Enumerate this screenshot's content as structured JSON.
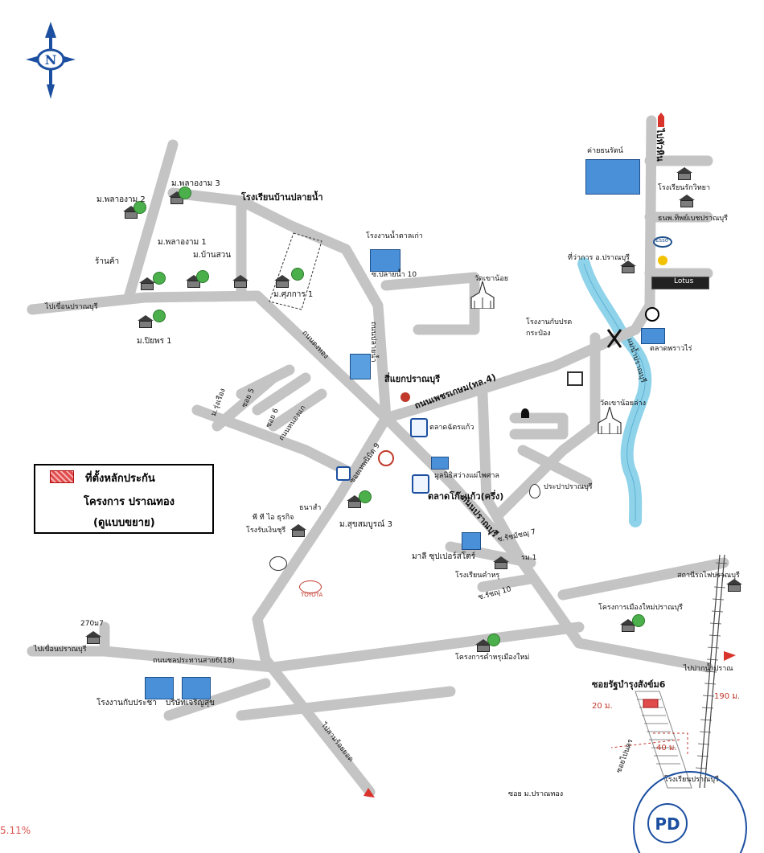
{
  "map": {
    "compass_letter": "N",
    "legend": {
      "line1": "ที่ตั้งหลักประกัน",
      "line2": "โครงการ ปราณทอง",
      "line3": "(ดูแบบขยาย)"
    },
    "zoom_text": "5.11%",
    "labels": {
      "m_plaongam3": "ม.พลาองาม 3",
      "m_plaongam2": "ม.พลาองาม 2",
      "m_plaongam1": "ม.พลาองาม 1",
      "m_baansuan": "ม.บ้านสวน",
      "school_paknam": "โรงเรียนบ้านปลายน้ำ",
      "shop": "ร้านค้า",
      "to_pracha": "ไปเขื่อนปราณบุรี",
      "m_piyaporn1": "ม.ปิยพร 1",
      "m_sukan1": "ม.ศุภการ 1",
      "water_factory": "โรงงานน้ำตาลเก่า",
      "khao_noi": "วัดเขาน้อย",
      "canal_10": "ซ.ปลายน้ำ 10",
      "road_paknam": "ถนนปลายน้ำ",
      "road_thongtheng": "ถนนดงทอง",
      "sampling": "สี่แยกปราณบุรี",
      "phetkasem": "ถนนเพชรเกษม(ทล.4)",
      "can_factory": "โรงงานกับปรด",
      "can_factory2": "กระป๋อง",
      "district_office": "ที่ว่าการ อ.ปราณบุรี",
      "lotus": "Lotus",
      "thammarat": "ค่ายธนรัตน์",
      "school_right": "โรงเรียนรักวิทยา",
      "bank": "ธนพ.ทิพย์เบชปราณบุรี",
      "esso": "Esso",
      "to_hua_hin": "ไปหัวหิน",
      "market_pranburi": "ตลาดพราวไร่",
      "khao_lang": "วัดเขาน้อยล่าง",
      "market_chat": "ตลาดฉัตรแก้ว",
      "road_pran": "ถนนปราณ",
      "road_nongkae": "ถนนหนองแก",
      "soi5": "ซอย 5",
      "soi6": "ซอย 6",
      "m_rungruang": "ม.รุ่งเรือง",
      "foundation": "มูลนิธิสว่างแผ่ไพศาล",
      "market_kokaew": "ตลาดโก๊ะแก้ว(ครึ่ง)",
      "waterworks": "ประปาปราณบุรี",
      "pt": "พี ที ไอ ธุรกิจ",
      "thanakit": "ธนาสำ",
      "raman": "โรงรับเงินชุรี",
      "m_suksomboon3": "ม.สุขสมบูรณ์ 3",
      "soi_thepnimit": "ซอยเทพนิมิต 9",
      "road_pranburi": "ถนนปราณบุรี",
      "mali": "มาลี ซุปเปอร์สโตร์",
      "school_kamru": "โรงเรียนคำหรุ",
      "rm1": "รม.1",
      "soi_ratchaphat": "ซ.รัชมัชฌุ 7",
      "soi_10": "ซ.รัชญุ 10",
      "toyota": "TOYOTA",
      "n270": "270ม7",
      "to_dam": "ไปเขื่อนปราณบุรี",
      "road_bottom": "ถนนชลประทานสาย6(18)",
      "factory_bottom": "โรงงานกับประชา",
      "company": "บริษัทเจริญสุข",
      "project_new": "โครงการเมืองใหม่ปราณบุรี",
      "project_kamru": "โครงการคำหรุเมืองใหม่",
      "station": "สถานีรถไฟปราณบุรี",
      "to_pranburi": "ไปปากน้ำปราณ",
      "soi_rat6": "ซอยรัฐบำรุงสังข์ม6",
      "d20": "20 ม.",
      "d190": "190 ม.",
      "d40": "40 ม.",
      "soi_pran": "ซอยไปนคร",
      "to_sam_roi": "ไปสามร้อยยอด",
      "soi_m_pranthong": "ซอย ม.ปราณทอง",
      "school_pranburi": "โรงเรียนปราณบุรี",
      "river": "แม่น้ำปราณบุรี",
      "stamp": "PD"
    }
  },
  "colors": {
    "road": "#c4c4c4",
    "river": "#8fd3ea",
    "blue_icon": "#3f7fd0",
    "red_pin": "#d9342b",
    "compass": "#1c4fa0"
  }
}
